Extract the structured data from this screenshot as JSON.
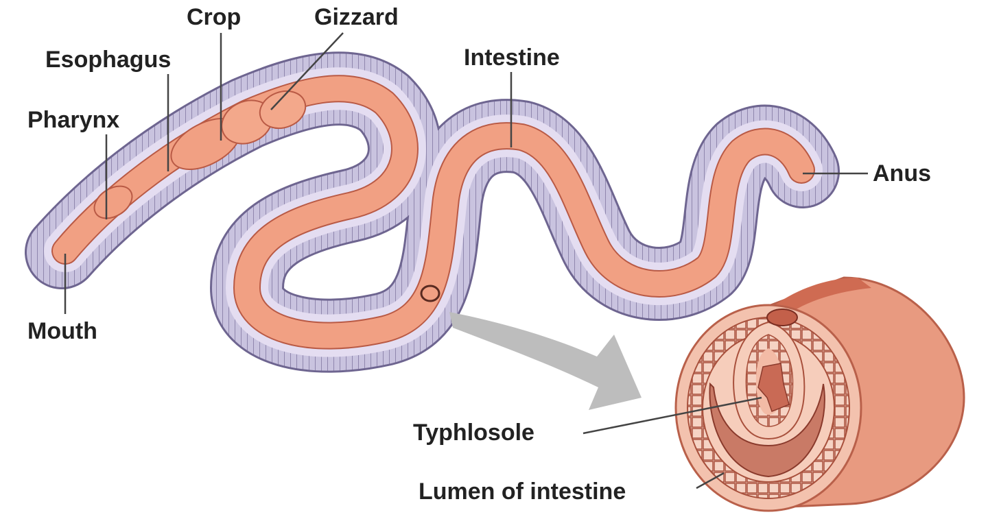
{
  "labels": {
    "crop": "Crop",
    "gizzard": "Gizzard",
    "esophagus": "Esophagus",
    "pharynx": "Pharynx",
    "intestine": "Intestine",
    "anus": "Anus",
    "mouth": "Mouth",
    "typhlosole": "Typhlosole",
    "lumen": "Lumen of intestine"
  },
  "colors": {
    "body_wall": "#c9c3df",
    "body_wall_dark": "#7a7098",
    "gut": "#f1a083",
    "gut_dark": "#c75a42",
    "arrow": "#bdbdbd",
    "text": "#222222",
    "leader_line": "#444444"
  }
}
